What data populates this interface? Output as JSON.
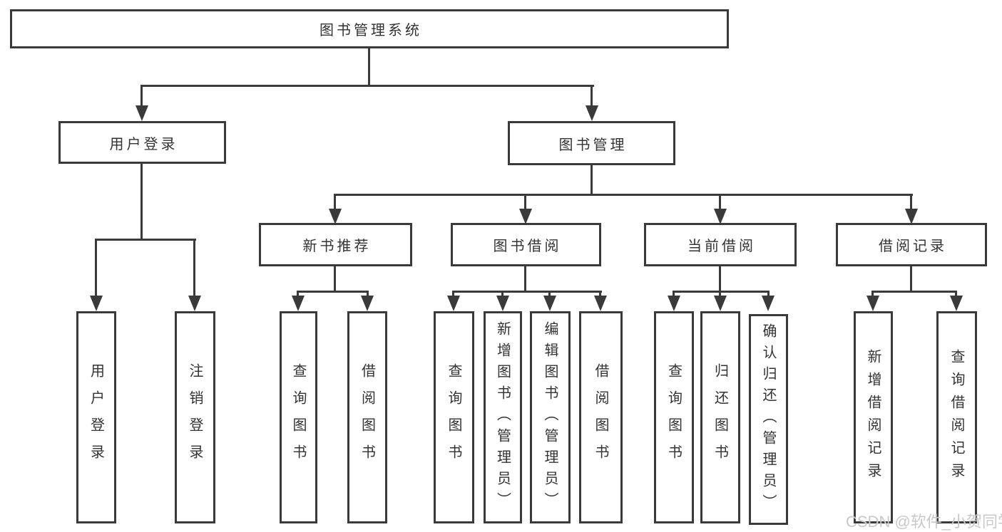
{
  "diagram": {
    "root": {
      "label": "图书管理系统"
    },
    "branches": [
      {
        "label": "用户登录",
        "children": [
          {
            "label": "用户登录"
          },
          {
            "label": "注销登录"
          }
        ]
      },
      {
        "label": "图书管理",
        "children": [
          {
            "label": "新书推荐",
            "children": [
              {
                "label": "查询图书"
              },
              {
                "label": "借阅图书"
              }
            ]
          },
          {
            "label": "图书借阅",
            "children": [
              {
                "label": "查询图书"
              },
              {
                "label": "新增图书（管理员）"
              },
              {
                "label": "编辑图书（管理员）"
              },
              {
                "label": "借阅图书"
              }
            ]
          },
          {
            "label": "当前借阅",
            "children": [
              {
                "label": "查询图书"
              },
              {
                "label": "归还图书"
              },
              {
                "label": "确认归还（管理员）"
              }
            ]
          },
          {
            "label": "借阅记录",
            "children": [
              {
                "label": "新增借阅记录"
              },
              {
                "label": "查询借阅记录"
              }
            ]
          }
        ]
      }
    ]
  },
  "watermark": {
    "text": "CSDN @软件_小贺同学"
  },
  "colors": {
    "line": "#3a3a3a",
    "text": "#333333",
    "watermark": "#c9c9c9",
    "background": "#ffffff"
  }
}
